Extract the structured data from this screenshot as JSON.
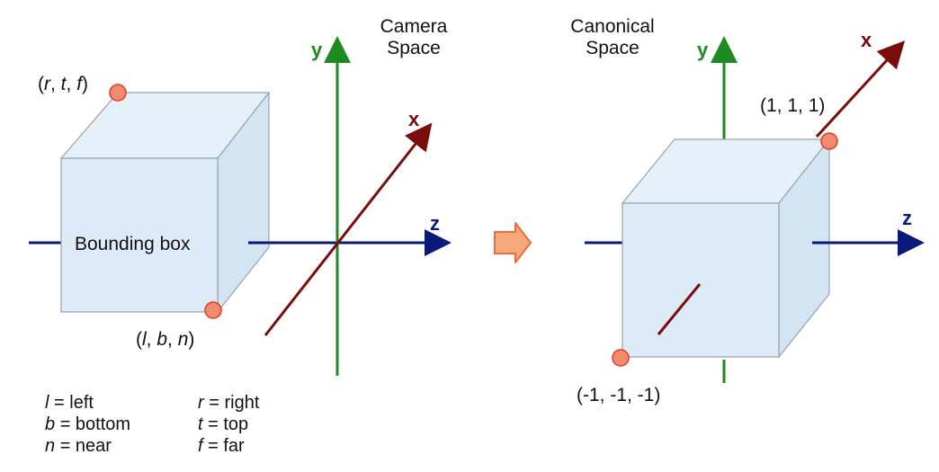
{
  "colors": {
    "box_fill": "#dcebf7",
    "box_edge": "#9aa2aa",
    "x_axis": "#7a0c0c",
    "y_axis": "#1f8a1f",
    "z_axis": "#0a1a7a",
    "point_fill": "#f08b6e",
    "point_edge": "#e23b1e",
    "arrow_fill": "#f7a77c",
    "arrow_edge": "#f06a3a"
  },
  "left": {
    "title_line1": "Camera",
    "title_line2": "Space",
    "box_label": "Bounding box",
    "corner_top": {
      "a": "r",
      "b": "t",
      "c": "f"
    },
    "corner_bottom": {
      "a": "l",
      "b": "b",
      "c": "n"
    },
    "axis_x": "x",
    "axis_y": "y",
    "axis_z": "z"
  },
  "right": {
    "title_line1": "Canonical",
    "title_line2": "Space",
    "corner_top": "(1, 1, 1)",
    "corner_bottom": "(-1, -1, -1)",
    "axis_x": "x",
    "axis_y": "y",
    "axis_z": "z"
  },
  "legend": [
    {
      "sym": "l",
      "text": "= left"
    },
    {
      "sym": "b",
      "text": "= bottom"
    },
    {
      "sym": "n",
      "text": "= near"
    },
    {
      "sym": "r",
      "text": "= right"
    },
    {
      "sym": "t",
      "text": "= top"
    },
    {
      "sym": "f",
      "text": "= far"
    }
  ]
}
